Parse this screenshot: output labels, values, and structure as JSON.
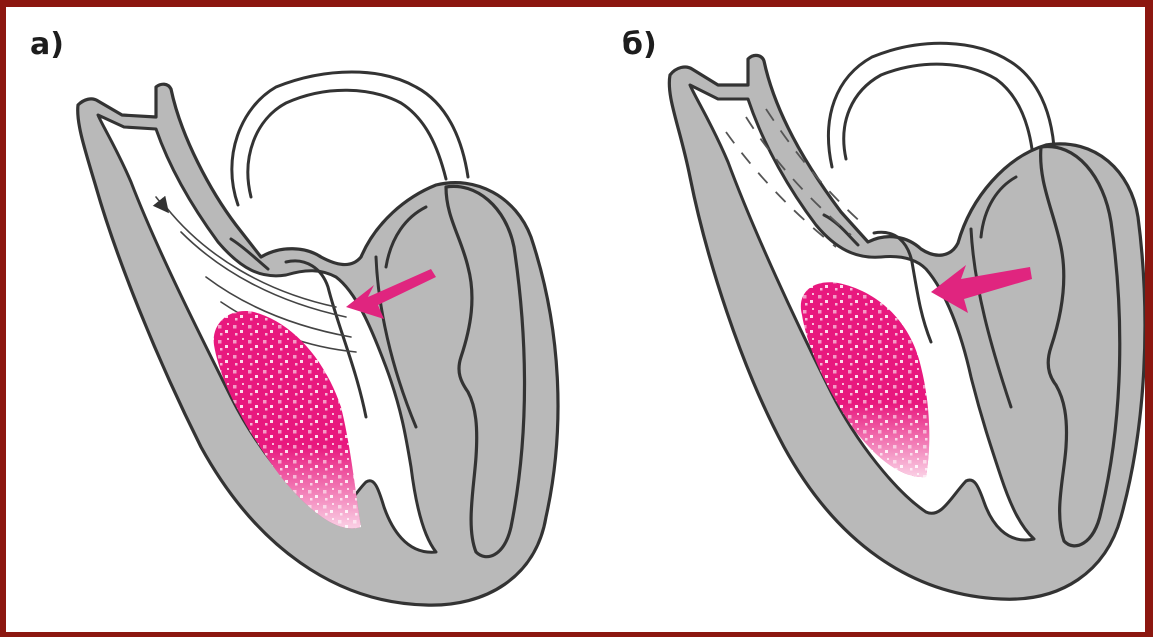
{
  "colors": {
    "frame": "#8c1710",
    "background": "#ffffff",
    "myocardium": "#b9b9b9",
    "outline": "#333333",
    "blood": "#e8187e",
    "arrow": "#e0257f"
  },
  "panels": [
    {
      "label": "а)",
      "shows": [
        "heart-section",
        "aorta",
        "mitral-valve",
        "left-ventricle",
        "flow-lines",
        "pink-arrow",
        "blood-volume"
      ]
    },
    {
      "label": "б)",
      "shows": [
        "heart-section",
        "aorta",
        "mitral-valve",
        "left-ventricle",
        "dashed-flow-lines",
        "pink-arrow",
        "blood-volume"
      ]
    }
  ]
}
